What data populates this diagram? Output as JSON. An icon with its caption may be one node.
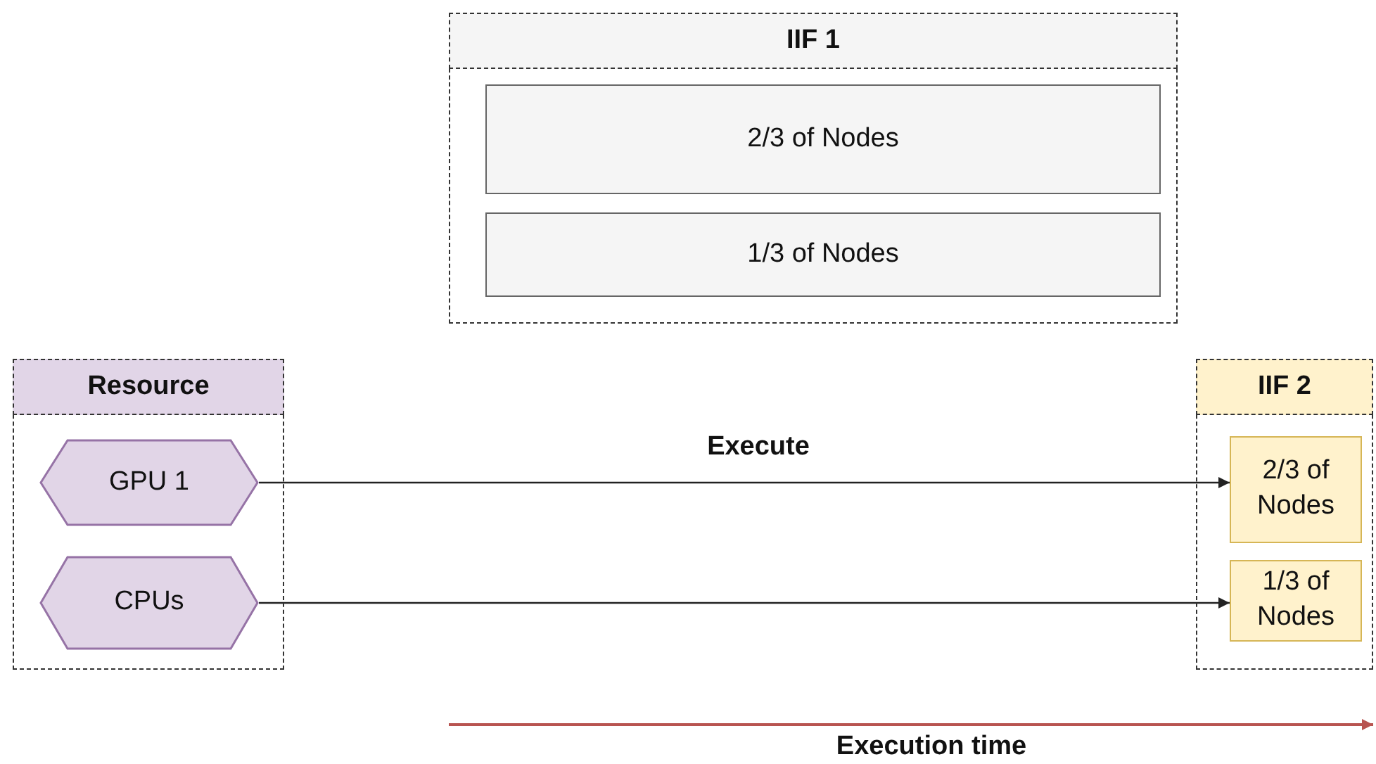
{
  "diagram": {
    "nodes": [
      {
        "text": [
          "IIF 1"
        ]
      },
      {
        "text": [
          "2/3 of Nodes"
        ],
        "in": 0
      },
      {
        "text": [
          "1/3 of Nodes"
        ],
        "in": 0
      },
      {
        "text": [
          "Resource"
        ]
      },
      {
        "text": [
          "GPU 1"
        ],
        "in": 3
      },
      {
        "text": [
          "CPUs"
        ],
        "in": 3
      },
      {
        "text": [
          "IIF 2"
        ]
      },
      {
        "text": [
          "2/3 of Nodes"
        ],
        "in": 6
      },
      {
        "text": [
          "1/3 of Nodes"
        ],
        "in": 6
      }
    ],
    "edges": [
      {
        "from": 4,
        "to": 7,
        "arrow": "to",
        "label": "Execute"
      },
      {
        "from": 5,
        "to": 8,
        "arrow": "to"
      }
    ],
    "labels": [
      "Execution time"
    ]
  }
}
